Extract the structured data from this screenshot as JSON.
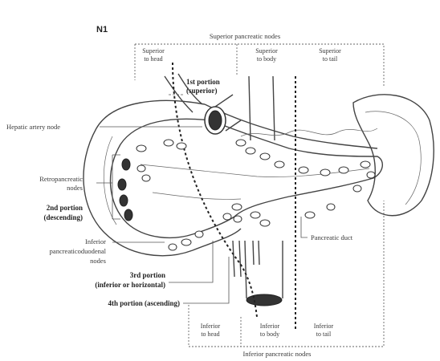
{
  "title": "N1",
  "regions": {
    "superior_nodes": "Superior pancreatic nodes",
    "inferior_nodes": "Inferior pancreatic nodes",
    "superior_to_head": [
      "Superior",
      "to head"
    ],
    "superior_to_body": [
      "Superior",
      "to body"
    ],
    "superior_to_tail": [
      "Superior",
      "to tail"
    ],
    "inferior_to_head": [
      "Inferior",
      "to head"
    ],
    "inferior_to_body": [
      "Inferior",
      "to body"
    ],
    "inferior_to_tail": [
      "Inferior",
      "to tail"
    ]
  },
  "labels": {
    "first_portion": [
      "1st portion",
      "(superior)"
    ],
    "hepatic_artery_node": "Hepatic artery node",
    "retropancreatic_nodes": [
      "Retropancreatic",
      "nodes"
    ],
    "second_portion": [
      "2nd portion",
      "(descending)"
    ],
    "inferior_pd_nodes": [
      "Inferior",
      "pancreaticoduodenal",
      "nodes"
    ],
    "third_portion": [
      "3rd portion",
      "(inferior or horizontal)"
    ],
    "fourth_portion": "4th portion (ascending)",
    "pancreatic_duct": "Pancreatic duct"
  },
  "colors": {
    "line": "#444444",
    "node_fill": "#ffffff",
    "retro_node_fill": "#333333"
  }
}
